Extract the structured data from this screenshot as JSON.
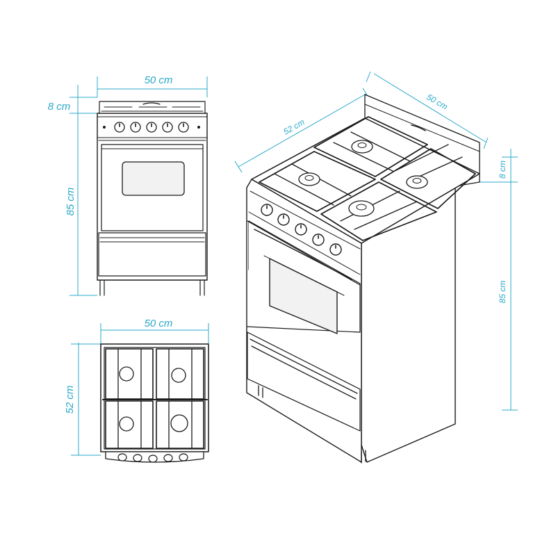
{
  "front_view": {
    "width_label": "50 cm",
    "backguard_label": "8 cm",
    "height_label": "85 cm"
  },
  "top_view": {
    "width_label": "50 cm",
    "depth_label": "52 cm"
  },
  "perspective_view": {
    "width_label": "50 cm",
    "depth_label": "52 cm",
    "backguard_label": "8 cm",
    "height_label": "85 cm"
  },
  "colors": {
    "dimension": "#29a8c8",
    "line": "#1a1a1a"
  }
}
